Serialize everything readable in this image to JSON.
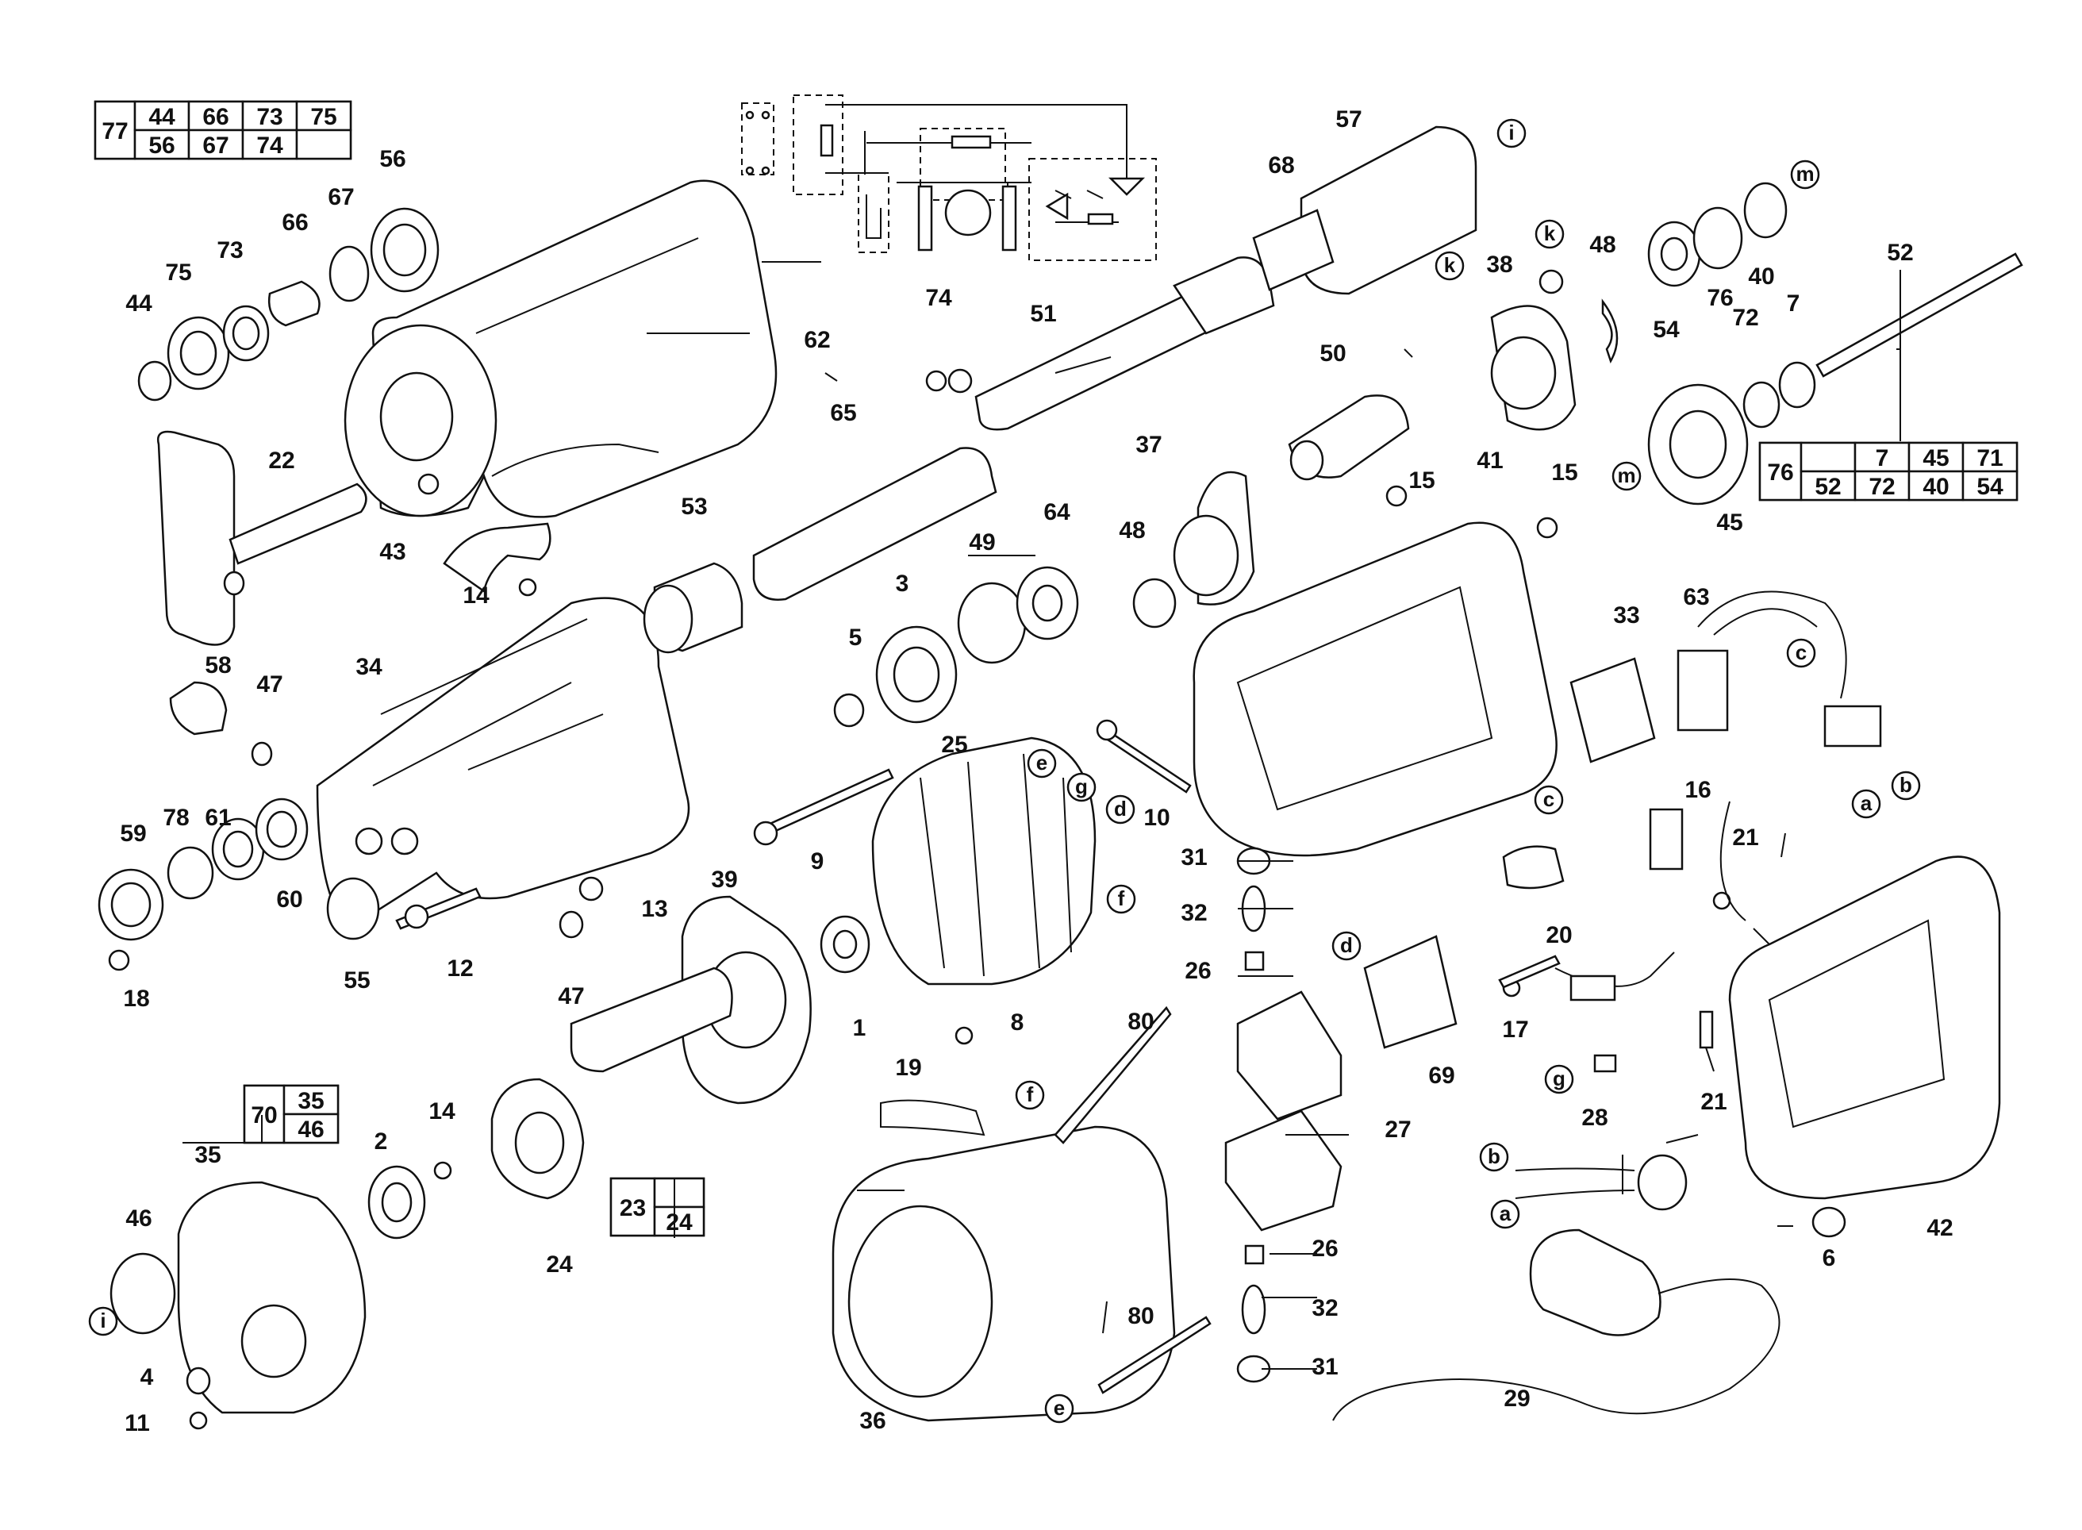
{
  "parts": [
    {
      "id": "p1",
      "label": "1"
    },
    {
      "id": "p2",
      "label": "2"
    },
    {
      "id": "p3",
      "label": "3"
    },
    {
      "id": "p4",
      "label": "4"
    },
    {
      "id": "p5",
      "label": "5"
    },
    {
      "id": "p6",
      "label": "6"
    },
    {
      "id": "p7a",
      "label": "7"
    },
    {
      "id": "p8",
      "label": "8"
    },
    {
      "id": "p9",
      "label": "9"
    },
    {
      "id": "p10",
      "label": "10"
    },
    {
      "id": "p11",
      "label": "11"
    },
    {
      "id": "p12",
      "label": "12"
    },
    {
      "id": "p13",
      "label": "13"
    },
    {
      "id": "p14a",
      "label": "14"
    },
    {
      "id": "p14b",
      "label": "14"
    },
    {
      "id": "p15a",
      "label": "15"
    },
    {
      "id": "p15b",
      "label": "15"
    },
    {
      "id": "p16",
      "label": "16"
    },
    {
      "id": "p17",
      "label": "17"
    },
    {
      "id": "p18",
      "label": "18"
    },
    {
      "id": "p19",
      "label": "19"
    },
    {
      "id": "p20",
      "label": "20"
    },
    {
      "id": "p21a",
      "label": "21"
    },
    {
      "id": "p21b",
      "label": "21"
    },
    {
      "id": "p22",
      "label": "22"
    },
    {
      "id": "p24",
      "label": "24"
    },
    {
      "id": "p25",
      "label": "25"
    },
    {
      "id": "p26a",
      "label": "26"
    },
    {
      "id": "p26b",
      "label": "26"
    },
    {
      "id": "p27",
      "label": "27"
    },
    {
      "id": "p28",
      "label": "28"
    },
    {
      "id": "p29",
      "label": "29"
    },
    {
      "id": "p31a",
      "label": "31"
    },
    {
      "id": "p31b",
      "label": "31"
    },
    {
      "id": "p32a",
      "label": "32"
    },
    {
      "id": "p32b",
      "label": "32"
    },
    {
      "id": "p33",
      "label": "33"
    },
    {
      "id": "p34",
      "label": "34"
    },
    {
      "id": "p35",
      "label": "35"
    },
    {
      "id": "p36",
      "label": "36"
    },
    {
      "id": "p37",
      "label": "37"
    },
    {
      "id": "p38",
      "label": "38"
    },
    {
      "id": "p39",
      "label": "39"
    },
    {
      "id": "p40",
      "label": "40"
    },
    {
      "id": "p41",
      "label": "41"
    },
    {
      "id": "p42",
      "label": "42"
    },
    {
      "id": "p43",
      "label": "43"
    },
    {
      "id": "p44",
      "label": "44"
    },
    {
      "id": "p45",
      "label": "45"
    },
    {
      "id": "p46",
      "label": "46"
    },
    {
      "id": "p47a",
      "label": "47"
    },
    {
      "id": "p47b",
      "label": "47"
    },
    {
      "id": "p48a",
      "label": "48"
    },
    {
      "id": "p48b",
      "label": "48"
    },
    {
      "id": "p49",
      "label": "49"
    },
    {
      "id": "p50",
      "label": "50"
    },
    {
      "id": "p51",
      "label": "51"
    },
    {
      "id": "p52",
      "label": "52"
    },
    {
      "id": "p53",
      "label": "53"
    },
    {
      "id": "p54",
      "label": "54"
    },
    {
      "id": "p55",
      "label": "55"
    },
    {
      "id": "p56",
      "label": "56"
    },
    {
      "id": "p57",
      "label": "57"
    },
    {
      "id": "p58",
      "label": "58"
    },
    {
      "id": "p59",
      "label": "59"
    },
    {
      "id": "p60",
      "label": "60"
    },
    {
      "id": "p61",
      "label": "61"
    },
    {
      "id": "p62",
      "label": "62"
    },
    {
      "id": "p63",
      "label": "63"
    },
    {
      "id": "p64",
      "label": "64"
    },
    {
      "id": "p65",
      "label": "65"
    },
    {
      "id": "p66",
      "label": "66"
    },
    {
      "id": "p67",
      "label": "67"
    },
    {
      "id": "p68",
      "label": "68"
    },
    {
      "id": "p69",
      "label": "69"
    },
    {
      "id": "p72",
      "label": "72"
    },
    {
      "id": "p73",
      "label": "73"
    },
    {
      "id": "p74",
      "label": "74"
    },
    {
      "id": "p75",
      "label": "75"
    },
    {
      "id": "p76",
      "label": "76"
    },
    {
      "id": "p78",
      "label": "78"
    },
    {
      "id": "p80a",
      "label": "80"
    },
    {
      "id": "p80b",
      "label": "80"
    }
  ],
  "connectors": [
    {
      "id": "ca",
      "label": "a"
    },
    {
      "id": "cb",
      "label": "b"
    },
    {
      "id": "cc",
      "label": "c"
    },
    {
      "id": "cd",
      "label": "d"
    },
    {
      "id": "ce",
      "label": "e"
    },
    {
      "id": "cf",
      "label": "f"
    },
    {
      "id": "cg",
      "label": "g"
    },
    {
      "id": "ci",
      "label": "i"
    },
    {
      "id": "ck",
      "label": "k"
    },
    {
      "id": "cm",
      "label": "m"
    }
  ],
  "assemblies": [
    {
      "key": "kit77",
      "rows": [
        [
          "77",
          "44",
          "66",
          "73",
          "75"
        ],
        [
          "",
          "56",
          "67",
          "74",
          ""
        ]
      ]
    },
    {
      "key": "kit76",
      "rows": [
        [
          "76",
          "",
          "7",
          "45",
          "71"
        ],
        [
          "",
          "52",
          "72",
          "40",
          "54"
        ]
      ]
    },
    {
      "key": "kit70",
      "rows": [
        [
          "70",
          "35"
        ],
        [
          "",
          "46"
        ]
      ]
    },
    {
      "key": "kit23",
      "rows": [
        [
          "23",
          ""
        ],
        [
          "",
          "24"
        ]
      ]
    }
  ]
}
